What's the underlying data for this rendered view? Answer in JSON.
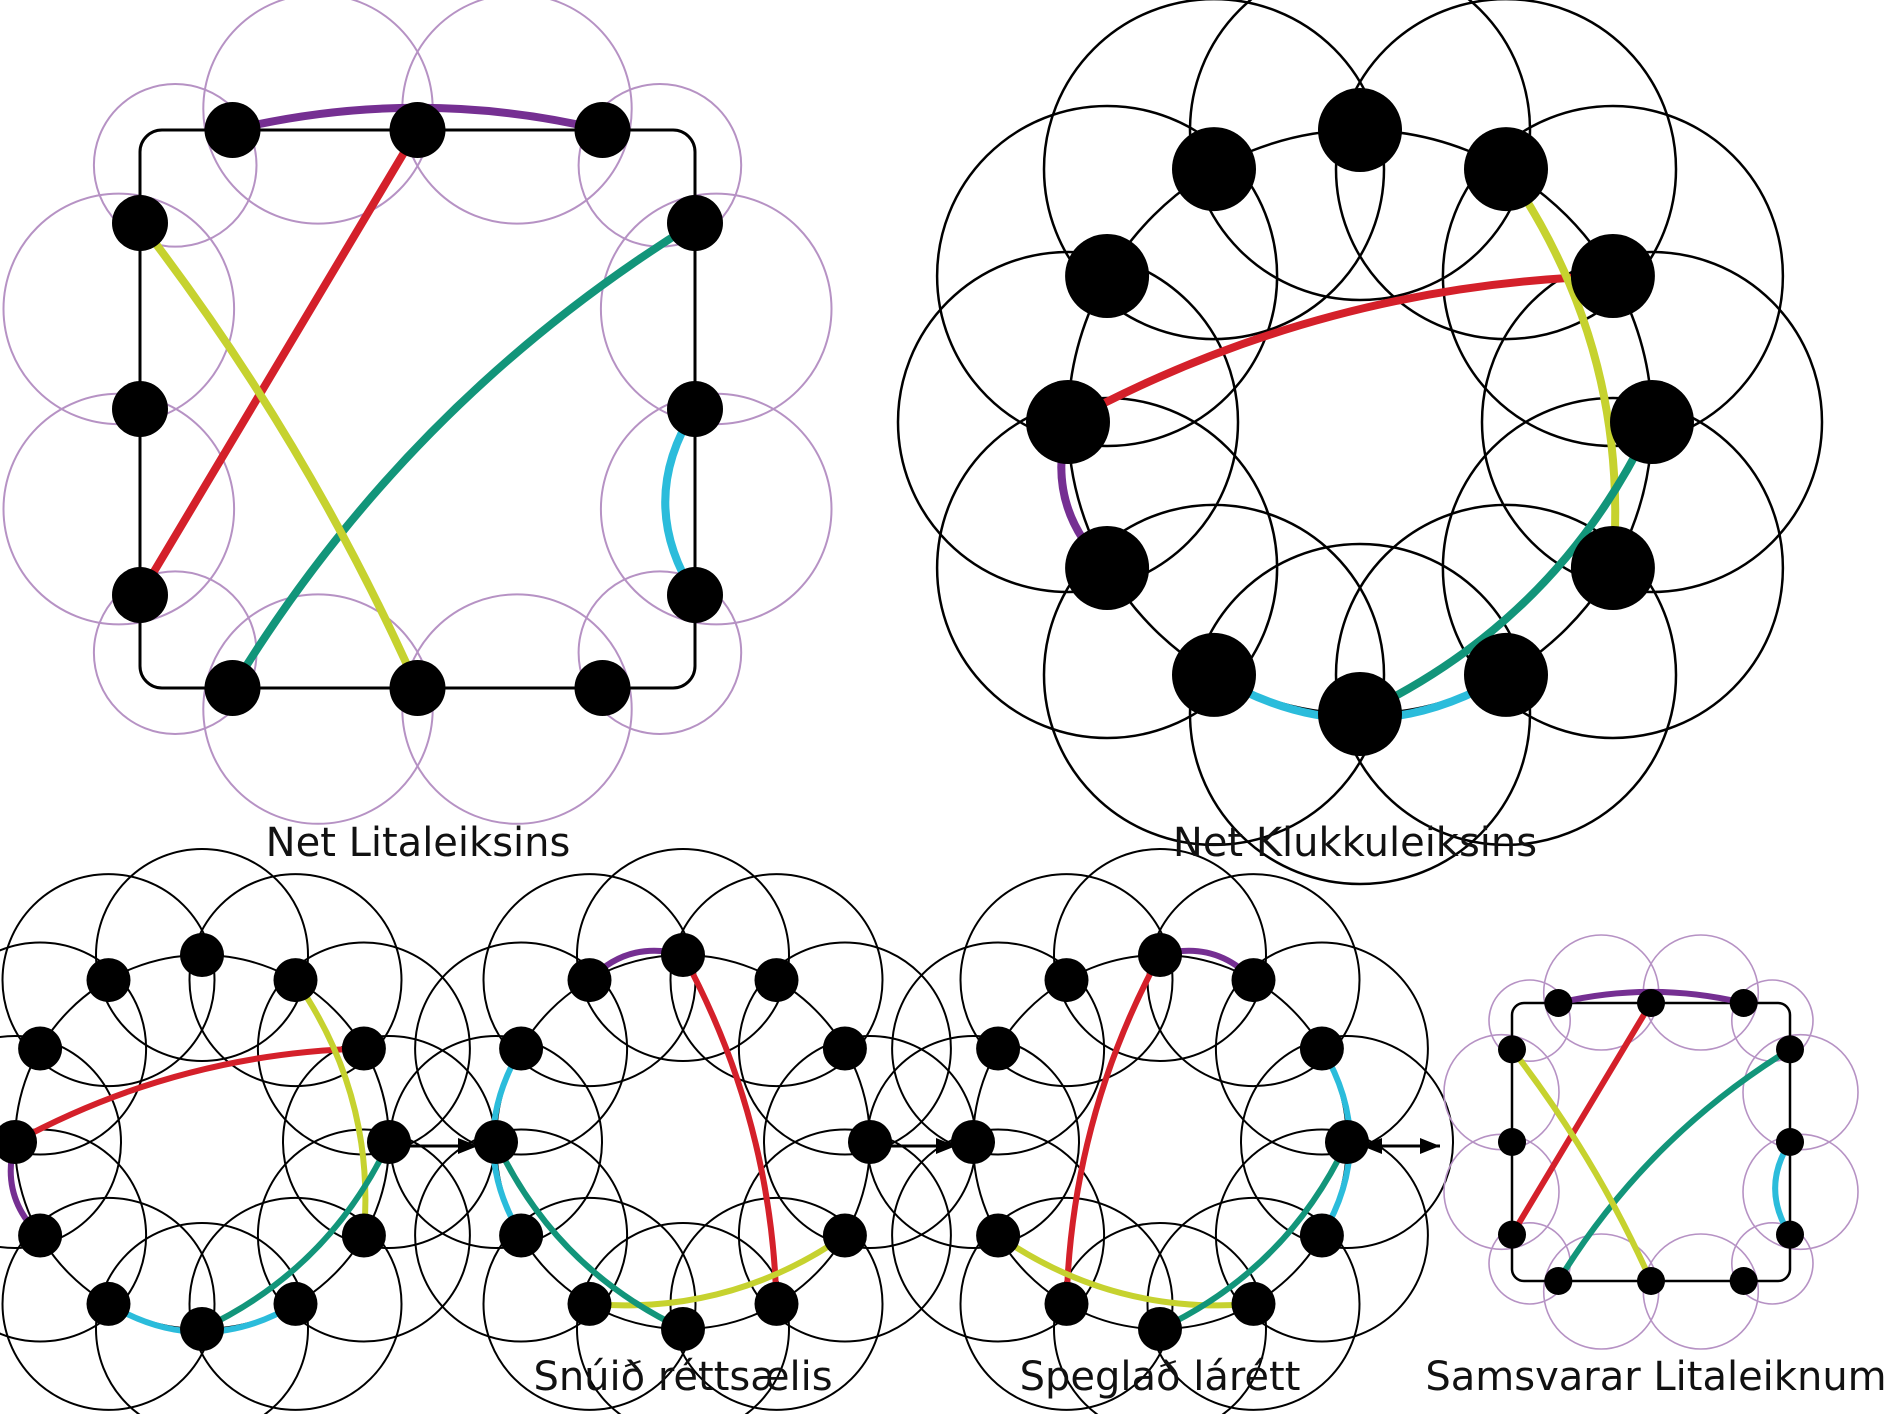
{
  "labels": {
    "color_game": "Net Litaleiksins",
    "clock_game": "Net Klukkuleiksins",
    "rotated": "Snúið réttsælis",
    "mirrored": "Speglað lárétt",
    "corresponds": "Samsvarar Litaleiknum"
  },
  "colors": {
    "red": "#d4202a",
    "green": "#12957a",
    "purple": "#752f92",
    "yellow": "#c6d22f",
    "cyan": "#2bbcdb",
    "lilac": "#b692c4",
    "black": "#000000"
  },
  "networks": [
    {
      "type": "square",
      "nodes": 12,
      "edges": [
        {
          "from": 0,
          "to": 2,
          "color": "purple"
        },
        {
          "from": 1,
          "to": 9,
          "color": "red"
        },
        {
          "from": 3,
          "to": 8,
          "color": "green"
        },
        {
          "from": 4,
          "to": 5,
          "color": "cyan"
        },
        {
          "from": 7,
          "to": 11,
          "color": "yellow"
        }
      ]
    },
    {
      "type": "circle",
      "nodes": 12,
      "edges": [
        {
          "from": 9,
          "to": 8,
          "color": "purple"
        },
        {
          "from": 9,
          "to": 2,
          "color": "red"
        },
        {
          "from": 1,
          "to": 4,
          "color": "yellow"
        },
        {
          "from": 3,
          "to": 6,
          "color": "green"
        },
        {
          "from": 5,
          "to": 7,
          "color": "cyan"
        }
      ]
    }
  ]
}
